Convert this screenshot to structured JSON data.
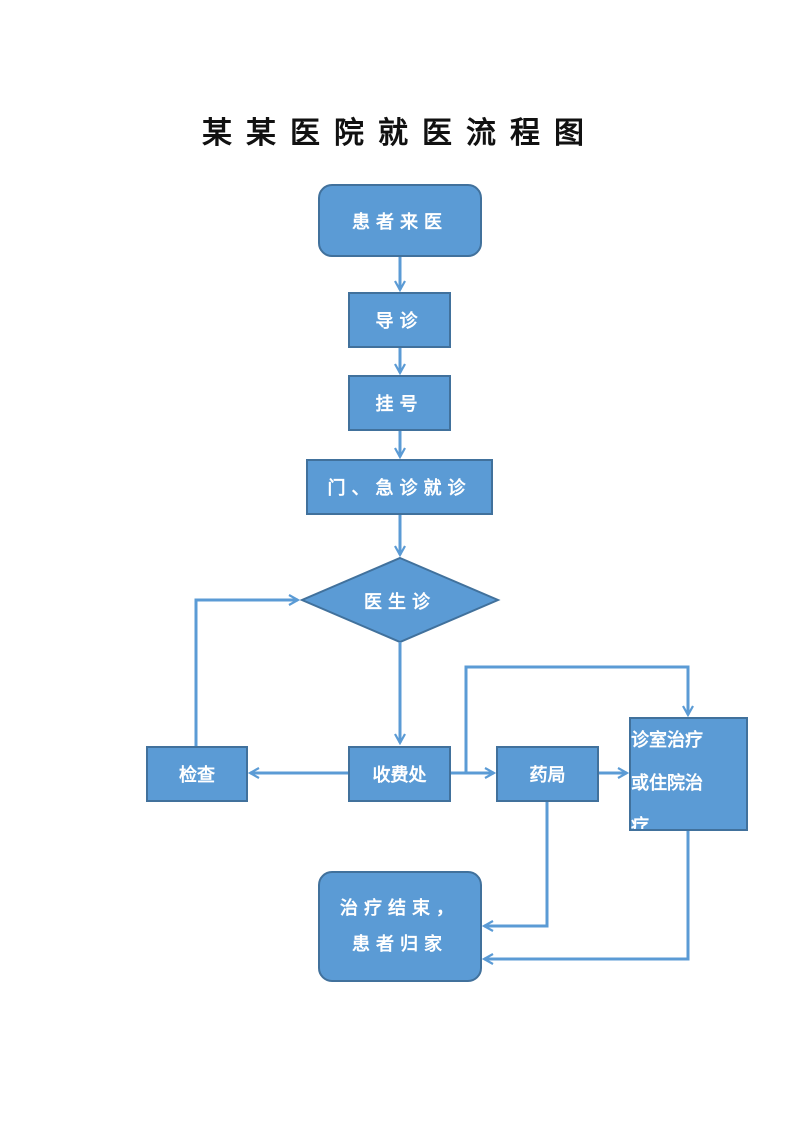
{
  "title": "某某医院就医流程图",
  "nodes": {
    "patient_arrival": "患者来医",
    "triage": "导诊",
    "registration": "挂号",
    "outpatient_emergency": "门、急诊就诊",
    "doctor_diagnosis": "医生诊",
    "examination": "检查",
    "payment": "收费处",
    "pharmacy": "药局",
    "treatment_line1": "诊室治疗",
    "treatment_line2": "或住院治",
    "treatment_line3": "疗",
    "end_line1": "治疗结束，",
    "end_line2": "患者归家"
  },
  "colors": {
    "node_fill": "#5b9bd5",
    "node_border": "#41719c",
    "arrow": "#5b9bd5"
  }
}
